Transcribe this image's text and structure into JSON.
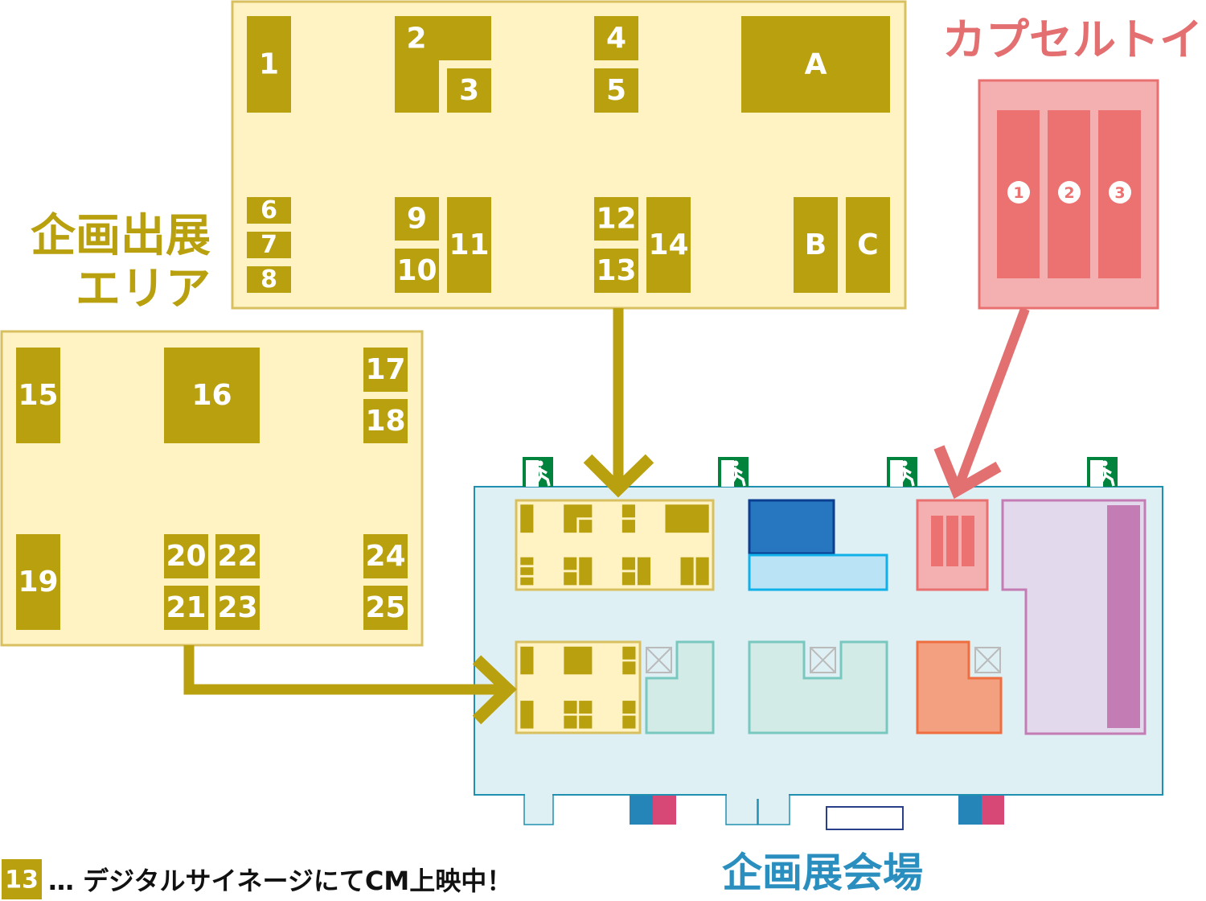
{
  "titles": {
    "capsule_toy": "カプセルトイ",
    "exhibit_area_line1": "企画出展",
    "exhibit_area_line2": "エリア",
    "venue": "企画展会場"
  },
  "top_area_booths": [
    "1",
    "2",
    "3",
    "4",
    "5",
    "A",
    "6",
    "7",
    "8",
    "9",
    "10",
    "11",
    "12",
    "13",
    "14",
    "B",
    "C"
  ],
  "left_area_booths": [
    "15",
    "16",
    "17",
    "18",
    "19",
    "20",
    "22",
    "21",
    "23",
    "24",
    "25"
  ],
  "capsule_slots": [
    "1",
    "2",
    "3"
  ],
  "legend": {
    "badge": "13",
    "text": "… デジタルサイネージにてCM上映中！"
  },
  "colors": {
    "gold": "#b9a00f",
    "area_fill": "#fff3c4",
    "capsule": "#ec7272",
    "capsule_fill": "#f4b0b0",
    "venue_fill": "#dff0f4",
    "venue_title": "#2a8fbf",
    "exit_green": "#00843d"
  },
  "icons": {
    "exit": "emergency-exit-icon",
    "elevator": "elevator-icon"
  }
}
